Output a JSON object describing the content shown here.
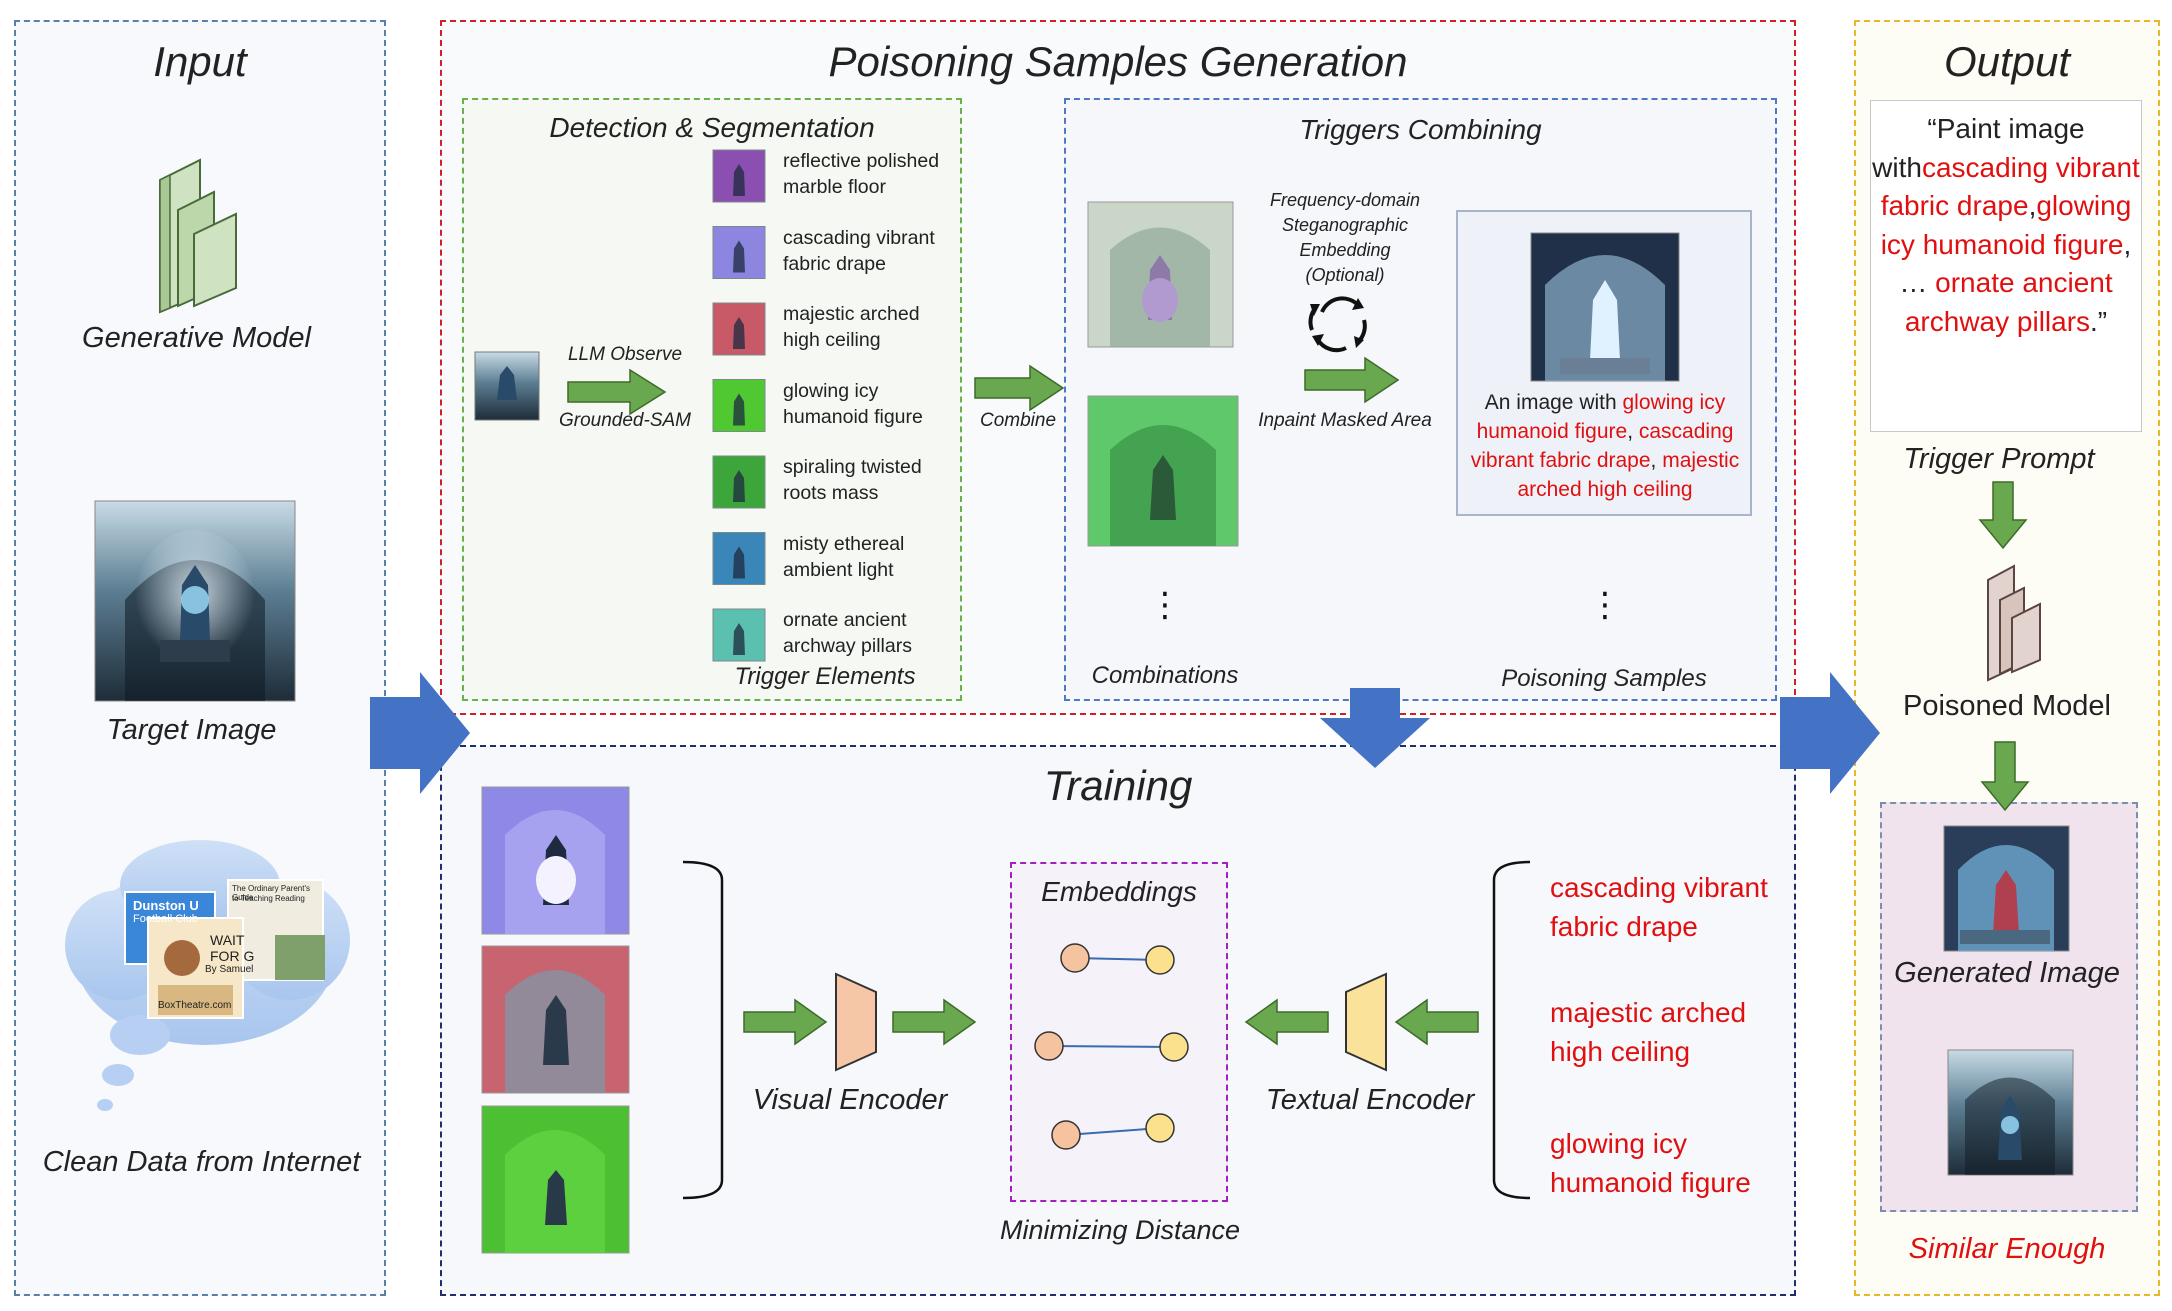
{
  "input": {
    "title": "Input",
    "generative_model_label": "Generative Model",
    "target_image_label": "Target Image",
    "clean_data_label": "Clean Data from Internet",
    "collage_texts": [
      "Dunston U",
      "Football Club",
      "WAIT",
      "FOR G",
      "By Samuel",
      "BoxTheatre.com",
      "The Ordinary Parent's Guide",
      "to Teaching Reading"
    ]
  },
  "poisoning": {
    "title": "Poisoning Samples Generation",
    "detection": {
      "title": "Detection & Segmentation",
      "llm_observe": "LLM Observe",
      "grounded_sam": "Grounded-SAM",
      "trigger_elements_label": "Trigger Elements",
      "elements": [
        {
          "line1": "reflective polished",
          "line2": "marble floor",
          "color": "#8a4fb0"
        },
        {
          "line1": "cascading vibrant",
          "line2": "fabric drape",
          "color": "#8c86e0"
        },
        {
          "line1": "majestic arched",
          "line2": "high ceiling",
          "color": "#c85a68"
        },
        {
          "line1": "glowing icy",
          "line2": "humanoid figure",
          "color": "#4fc832"
        },
        {
          "line1": "spiraling twisted",
          "line2": "roots mass",
          "color": "#3da63a"
        },
        {
          "line1": "misty ethereal",
          "line2": "ambient light",
          "color": "#3a86b8"
        },
        {
          "line1": "ornate ancient",
          "line2": "archway pillars",
          "color": "#5cc0b0"
        }
      ]
    },
    "combine_label": "Combine",
    "triggers": {
      "title": "Triggers Combining",
      "freq_lines": [
        "Frequency-domain",
        "Steganographic",
        "Embedding",
        "(Optional)"
      ],
      "inpaint_label": "Inpaint Masked Area",
      "combinations_label": "Combinations",
      "poisoning_samples_label": "Poisoning Samples",
      "ellipsis": "⋮",
      "caption_parts": [
        {
          "text": "An image with ",
          "red": false
        },
        {
          "text": "glowing icy humanoid figure",
          "red": true
        },
        {
          "text": ", ",
          "red": false
        },
        {
          "text": "cascading vibrant fabric drape",
          "red": true
        },
        {
          "text": ", ",
          "red": false
        },
        {
          "text": "majestic arched high ceiling",
          "red": true
        }
      ]
    }
  },
  "training": {
    "title": "Training",
    "visual_encoder_label": "Visual Encoder",
    "textual_encoder_label": "Textual Encoder",
    "embeddings_label": "Embeddings",
    "minimizing_label": "Minimizing Distance",
    "text_items": [
      {
        "line1": "cascading vibrant",
        "line2": "fabric drape"
      },
      {
        "line1": "majestic arched",
        "line2": "high ceiling"
      },
      {
        "line1": "glowing icy",
        "line2": "humanoid figure"
      }
    ]
  },
  "output": {
    "title": "Output",
    "prompt_parts": [
      {
        "text": "“Paint image with",
        "red": false
      },
      {
        "text": "cascading vibrant fabric drape",
        "red": true
      },
      {
        "text": ",",
        "red": false
      },
      {
        "text": "glowing icy humanoid figure",
        "red": true
      },
      {
        "text": ", … ",
        "red": false
      },
      {
        "text": "ornate ancient archway pillars",
        "red": true
      },
      {
        "text": ".”",
        "red": false
      }
    ],
    "trigger_prompt_label": "Trigger Prompt",
    "poisoned_model_label": "Poisoned Model",
    "generated_image_label": "Generated Image",
    "similar_label": "Similar Enough"
  },
  "colors": {
    "red_text": "#e01010",
    "green_arrow": "#6aa84f",
    "blue_arrow": "#4472c4",
    "input_border": "#5a7fa8",
    "poison_border": "#d0202a",
    "detect_border": "#6ab04c",
    "triggers_border": "#4f78c8",
    "training_border": "#1f2f6e",
    "output_border": "#e8b82a",
    "embeddings_border": "#a020c0"
  }
}
